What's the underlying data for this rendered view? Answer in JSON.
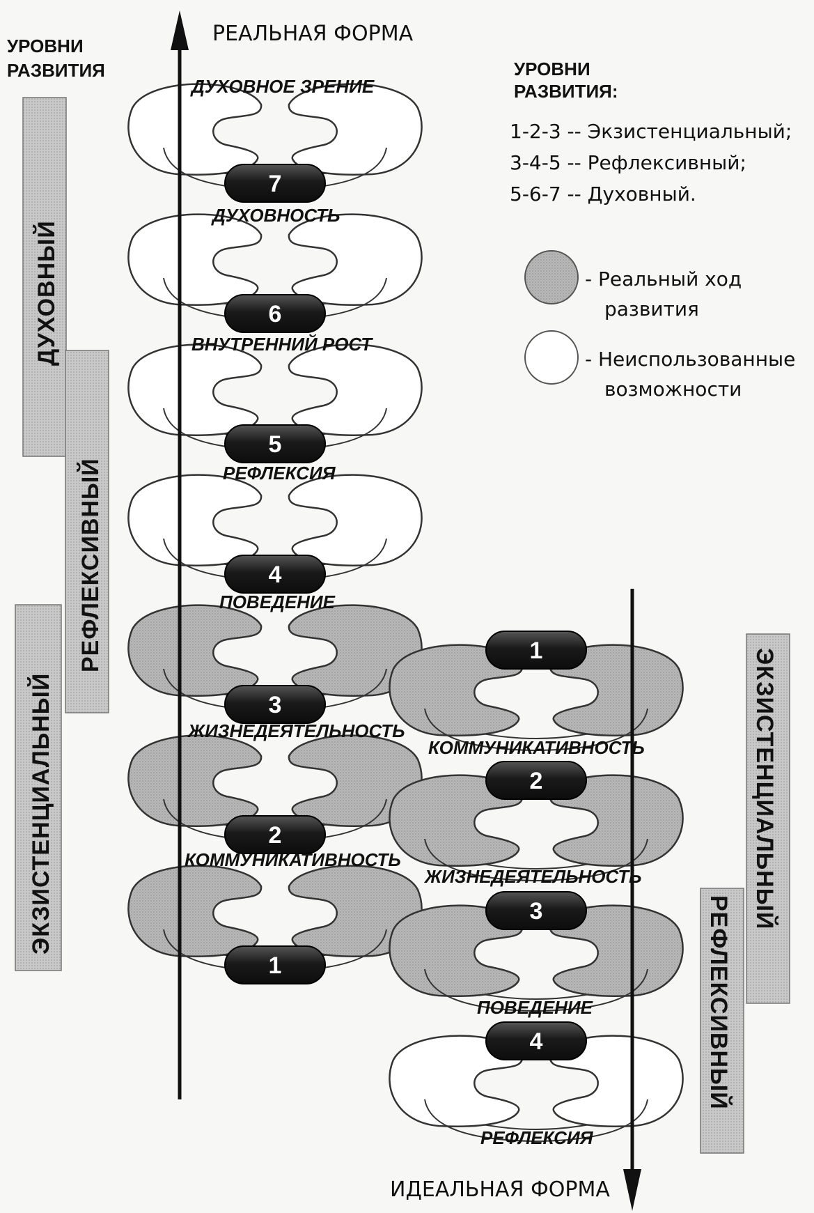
{
  "axis": {
    "top_label": "РЕАЛЬНАЯ ФОРМА",
    "bottom_label": "ИДЕАЛЬНАЯ ФОРМА"
  },
  "left_header": "УРОВНИ РАЗВИТИЯ",
  "left_bands": {
    "spiritual": "ДУХОВНЫЙ",
    "reflexive": "РЕФЛЕКСИВНЫЙ",
    "existential": "ЭКЗИСТЕНЦИАЛЬНЫЙ"
  },
  "right_bands": {
    "existential": "ЭКЗИСТЕНЦИАЛЬНЫЙ",
    "reflexive": "РЕФЛЕКСИВНЫЙ"
  },
  "legend": {
    "title": "УРОВНИ РАЗВИТИЯ:",
    "levels": [
      "1-2-3 -- Экзистенциальный;",
      "3-4-5 -- Рефлексивный;",
      "5-6-7 -- Духовный."
    ],
    "filled_label_line1": "- Реальный ход",
    "filled_label_line2": "развития",
    "empty_label_line1": "- Неиспользованные",
    "empty_label_line2": "возможности"
  },
  "left_column": {
    "stages": [
      {
        "num": "7",
        "filled": false,
        "label": "ДУХОВНОЕ ЗРЕНИЕ"
      },
      {
        "num": "6",
        "filled": false,
        "label": "ДУХОВНОСТЬ"
      },
      {
        "num": "5",
        "filled": false,
        "label": "ВНУТРЕННИЙ РОСТ"
      },
      {
        "num": "4",
        "filled": false,
        "label": "РЕФЛЕКСИЯ"
      },
      {
        "num": "3",
        "filled": true,
        "label": "ПОВЕДЕНИЕ"
      },
      {
        "num": "2",
        "filled": true,
        "label": "ЖИЗНЕДЕЯТЕЛЬНОСТЬ"
      },
      {
        "num": "1",
        "filled": true,
        "label": "КОММУНИКАТИВНОСТЬ"
      }
    ]
  },
  "right_column": {
    "stages": [
      {
        "num": "1",
        "filled": true,
        "label": "КОММУНИКАТИВНОСТЬ"
      },
      {
        "num": "2",
        "filled": true,
        "label": "ЖИЗНЕДЕЯТЕЛЬНОСТЬ"
      },
      {
        "num": "3",
        "filled": true,
        "label": "ПОВЕДЕНИЕ"
      },
      {
        "num": "4",
        "filled": false,
        "label": "РЕФЛЕКСИЯ"
      }
    ]
  },
  "colors": {
    "filled": "#b5b5b5",
    "empty": "#ffffff",
    "pill": "#1c1c1c",
    "band": "#c4c4c4"
  }
}
